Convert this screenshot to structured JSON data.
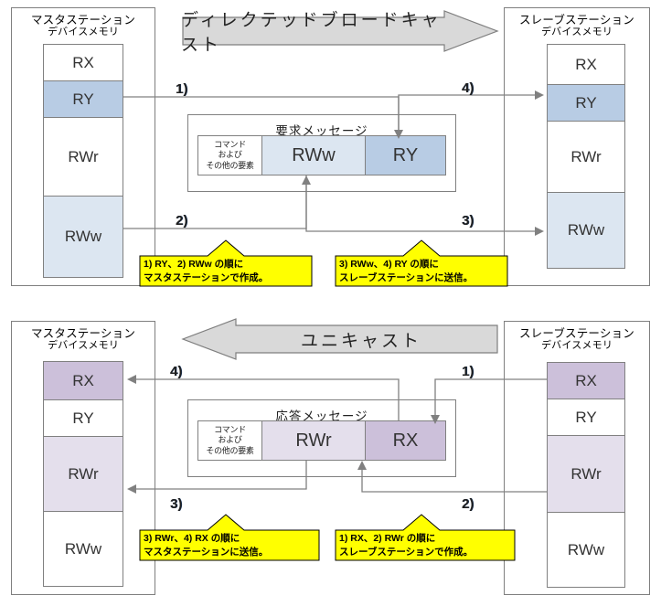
{
  "diagram": {
    "title_note": "CC-Link IE Field Network cyclic transmission sequence",
    "colors": {
      "ry_dark_blue": "#b8cce4",
      "rww_light_blue": "#dce6f1",
      "rx_dark_purple": "#ccc0da",
      "rwr_light_purple": "#e4dfec",
      "banner_gray": "#d9d9d9",
      "callout_yellow": "#ffff00",
      "line_gray": "#808080"
    }
  },
  "top": {
    "banner": {
      "label": "ディレクテッドブロードキャスト",
      "direction": "right"
    },
    "master": {
      "title_line1": "マスタステーション",
      "title_line2": "デバイスメモリ",
      "cells": [
        {
          "label": "RX",
          "fill": "#ffffff"
        },
        {
          "label": "RY",
          "fill": "#b8cce4"
        },
        {
          "label": "RWr",
          "fill": "#ffffff"
        },
        {
          "label": "RWw",
          "fill": "#dce6f1"
        }
      ]
    },
    "slave": {
      "title_line1": "スレーブステーション",
      "title_line2": "デバイスメモリ",
      "cells": [
        {
          "label": "RX",
          "fill": "#ffffff"
        },
        {
          "label": "RY",
          "fill": "#b8cce4"
        },
        {
          "label": "RWr",
          "fill": "#ffffff"
        },
        {
          "label": "RWw",
          "fill": "#dce6f1"
        }
      ]
    },
    "message": {
      "title": "要求メッセージ",
      "segments": [
        {
          "label": "コマンド\nおよび\nその他の要素",
          "fill": "#ffffff",
          "kind": "cmd"
        },
        {
          "label": "RWw",
          "fill": "#dce6f1",
          "kind": "data"
        },
        {
          "label": "RY",
          "fill": "#b8cce4",
          "kind": "data"
        }
      ]
    },
    "steps": [
      {
        "id": "1",
        "label": "1)"
      },
      {
        "id": "2",
        "label": "2)"
      },
      {
        "id": "3",
        "label": "3)"
      },
      {
        "id": "4",
        "label": "4)"
      }
    ],
    "callouts": [
      {
        "id": "create",
        "line1": "1) RY、2) RWw の順に",
        "line2": "マスタステーションで作成。"
      },
      {
        "id": "send",
        "line1": "3) RWw、4) RY の順に",
        "line2": "スレーブステーションに送信。"
      }
    ]
  },
  "bottom": {
    "banner": {
      "label": "ユニキャスト",
      "direction": "left"
    },
    "master": {
      "title_line1": "マスタステーション",
      "title_line2": "デバイスメモリ",
      "cells": [
        {
          "label": "RX",
          "fill": "#ccc0da"
        },
        {
          "label": "RY",
          "fill": "#ffffff"
        },
        {
          "label": "RWr",
          "fill": "#e4dfec"
        },
        {
          "label": "RWw",
          "fill": "#ffffff"
        }
      ]
    },
    "slave": {
      "title_line1": "スレーブステーション",
      "title_line2": "デバイスメモリ",
      "cells": [
        {
          "label": "RX",
          "fill": "#ccc0da"
        },
        {
          "label": "RY",
          "fill": "#ffffff"
        },
        {
          "label": "RWr",
          "fill": "#e4dfec"
        },
        {
          "label": "RWw",
          "fill": "#ffffff"
        }
      ]
    },
    "message": {
      "title": "応答メッセージ",
      "segments": [
        {
          "label": "コマンド\nおよび\nその他の要素",
          "fill": "#ffffff",
          "kind": "cmd"
        },
        {
          "label": "RWr",
          "fill": "#e4dfec",
          "kind": "data"
        },
        {
          "label": "RX",
          "fill": "#ccc0da",
          "kind": "data"
        }
      ]
    },
    "steps": [
      {
        "id": "1",
        "label": "1)"
      },
      {
        "id": "2",
        "label": "2)"
      },
      {
        "id": "3",
        "label": "3)"
      },
      {
        "id": "4",
        "label": "4)"
      }
    ],
    "callouts": [
      {
        "id": "send",
        "line1": "3) RWr、4) RX の順に",
        "line2": "マスタステーションに送信。"
      },
      {
        "id": "create",
        "line1": "1) RX、2) RWr の順に",
        "line2": "スレーブステーションで作成。"
      }
    ]
  }
}
